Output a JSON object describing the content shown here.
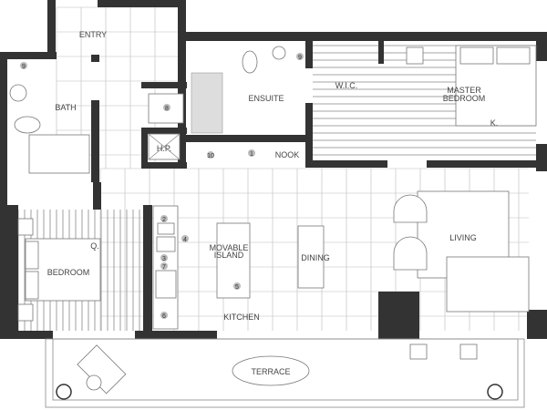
{
  "rooms": {
    "entry": "ENTRY",
    "bath": "BATH",
    "ensuite": "ENSUITE",
    "wic": "W.I.C.",
    "master_line1": "MASTER",
    "master_line2": "BEDROOM",
    "master_bed_size": "K.",
    "hp": "H.P.",
    "nook": "NOOK",
    "bedroom": "BEDROOM",
    "bedroom_bed_size": "Q.",
    "island_line1": "MOVABLE",
    "island_line2": "ISLAND",
    "dining": "DINING",
    "living": "LIVING",
    "kitchen": "KITCHEN",
    "terrace": "TERRACE"
  },
  "markers": {
    "bath_9": "9",
    "ensuite_9": "9",
    "closet_8": "8",
    "m10": "10",
    "m1": "1",
    "m2": "2",
    "m3": "3",
    "m4": "4",
    "m5": "5",
    "m6": "6",
    "m7": "7"
  },
  "colors": {
    "wall": "#333333",
    "grid": "#bbbbbb"
  }
}
